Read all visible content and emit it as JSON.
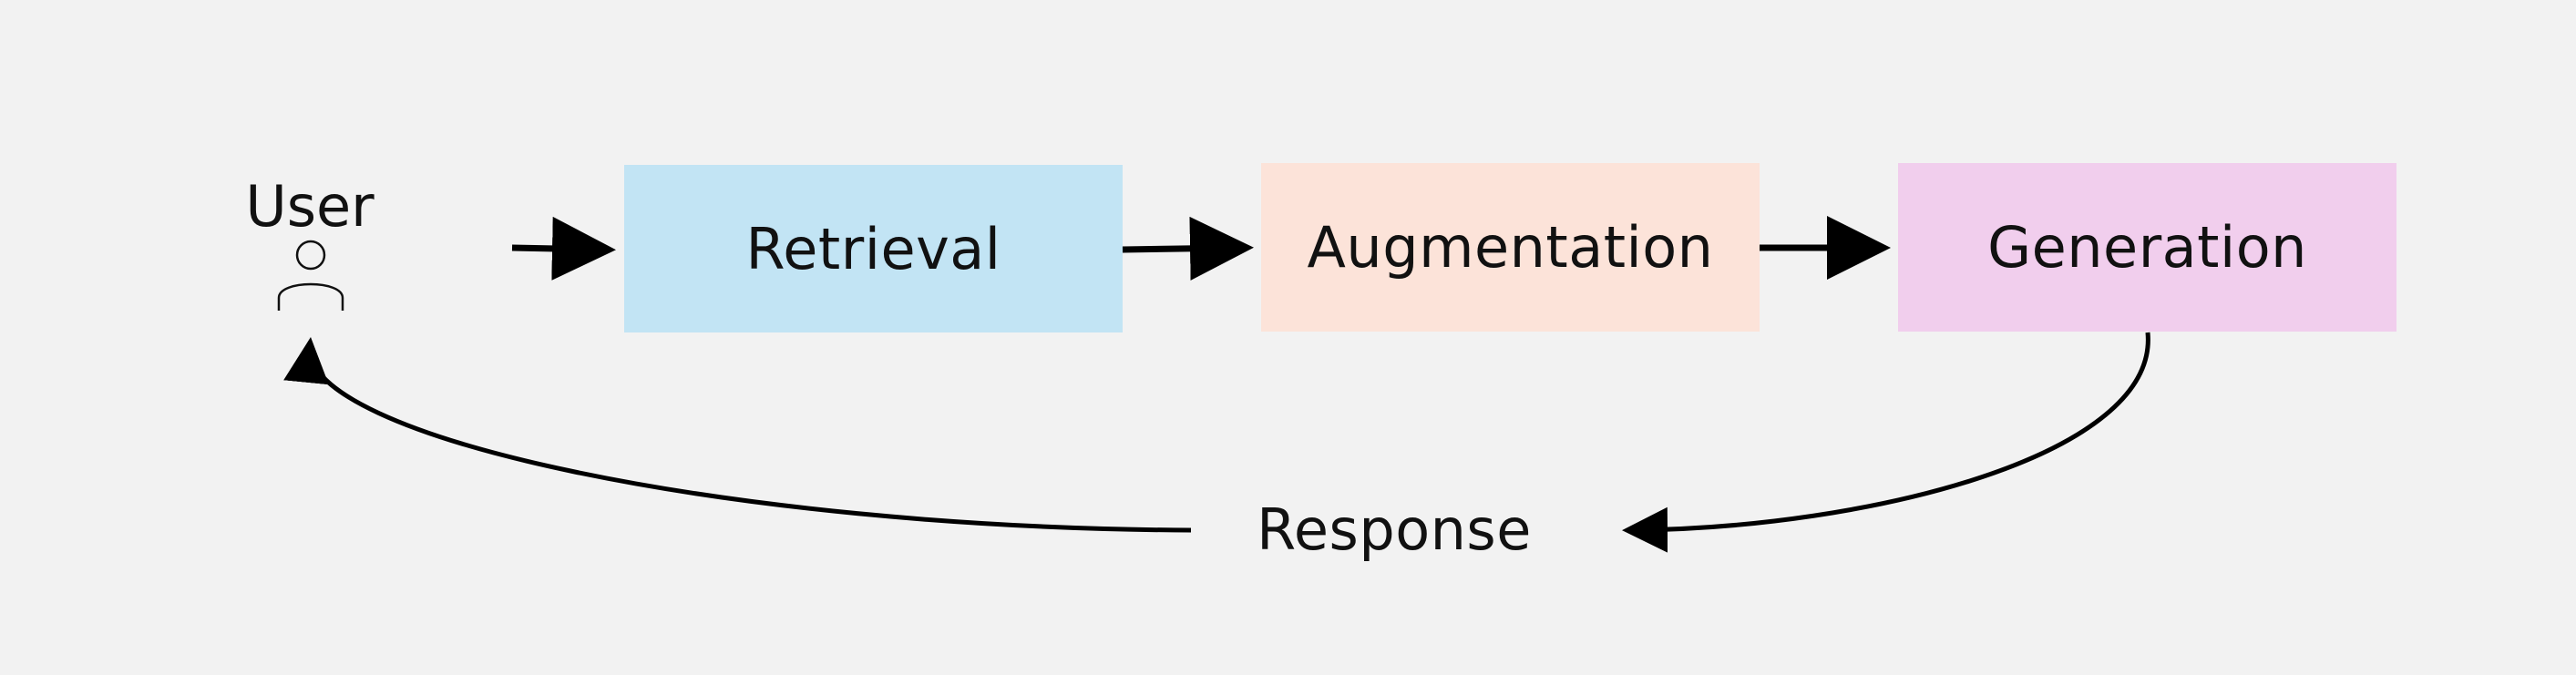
{
  "nodes": {
    "user": "User",
    "retrieval": "Retrieval",
    "augmentation": "Augmentation",
    "generation": "Generation",
    "response": "Response"
  },
  "colors": {
    "background": "#f2f2f2",
    "retrieval": "#c2e4f4",
    "augmentation": "#fce3d9",
    "generation": "#f1ceed",
    "arrow": "#000000"
  },
  "icons": {
    "user": "person-icon"
  }
}
